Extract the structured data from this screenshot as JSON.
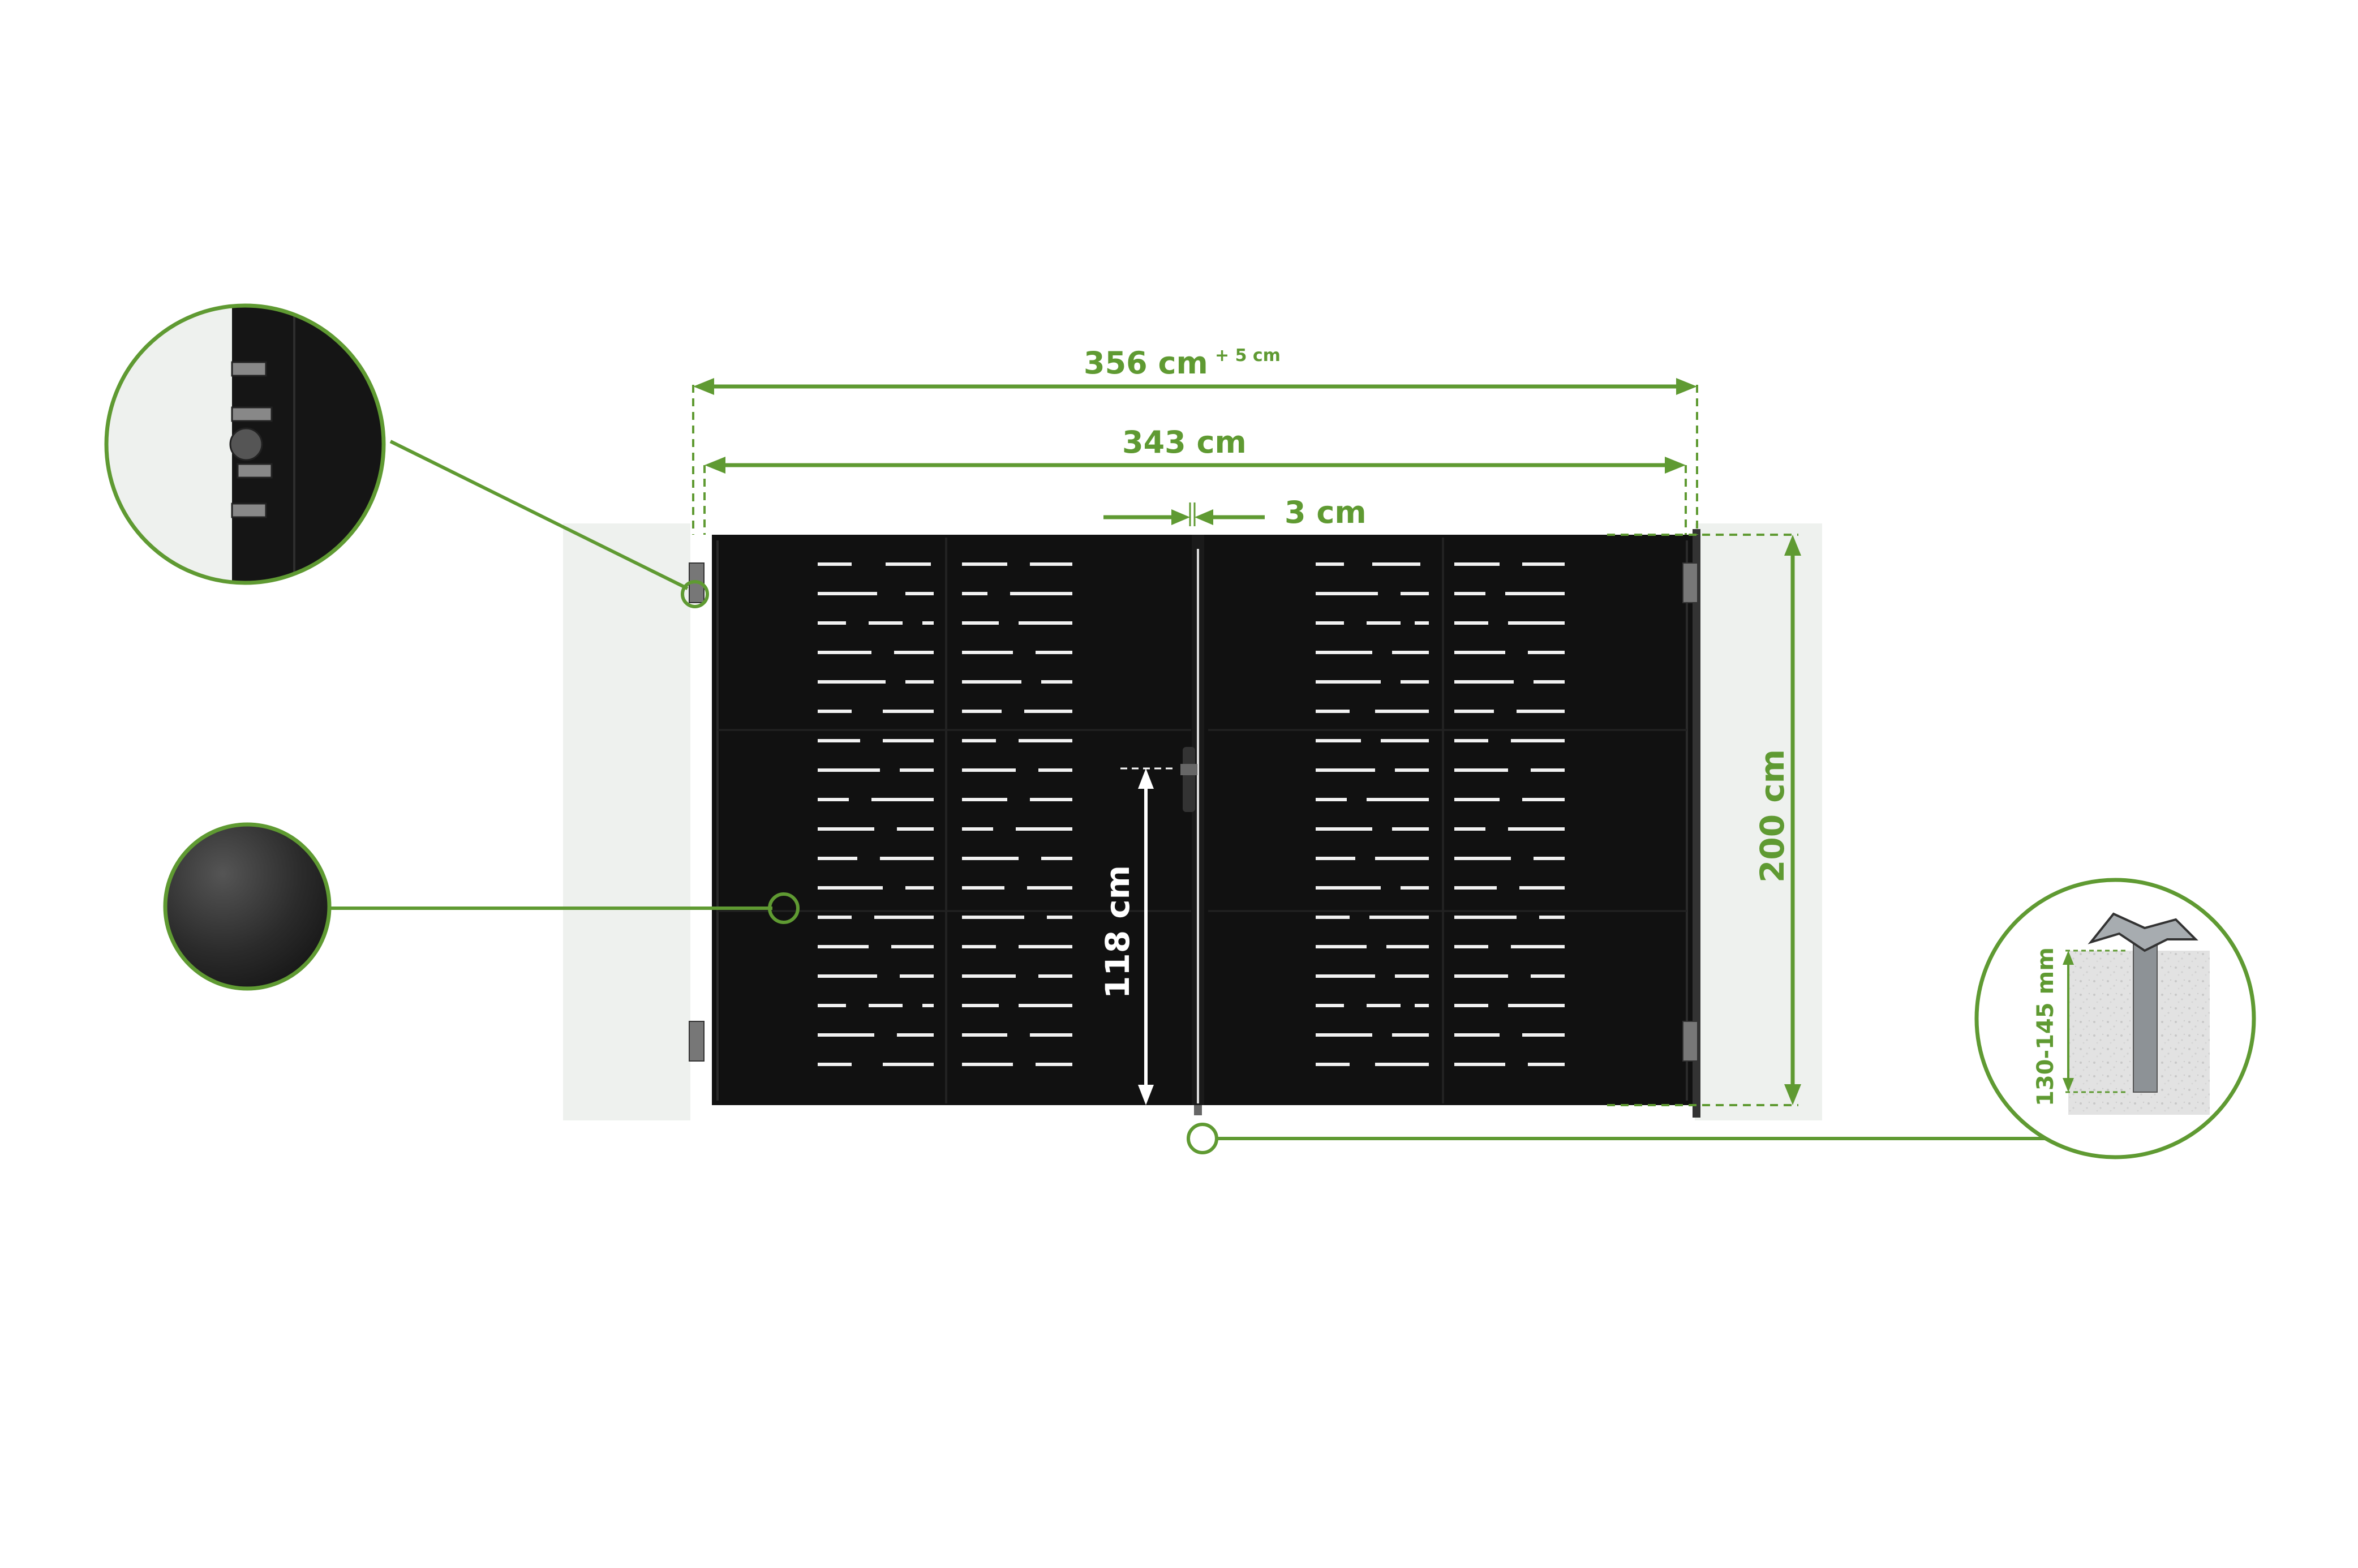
{
  "dimensions": {
    "total_width": "356 cm",
    "total_width_tolerance": "+ 5 cm",
    "gate_width": "343 cm",
    "gap": "3 cm",
    "height": "200 cm",
    "handle_height": "118 cm",
    "anchor_depth": "130-145 mm"
  },
  "colors": {
    "accent_green": "#5f9a32",
    "gate_black": "#111111",
    "post_gray": "#eef1ee",
    "detail_fill": "#2b2b2b"
  },
  "callouts": [
    {
      "name": "hinge-detail",
      "icon": "hinge-profile-icon"
    },
    {
      "name": "color-swatch",
      "icon": "anthracite-swatch-icon"
    },
    {
      "name": "ground-anchor-detail",
      "icon": "ground-anchor-icon"
    }
  ]
}
